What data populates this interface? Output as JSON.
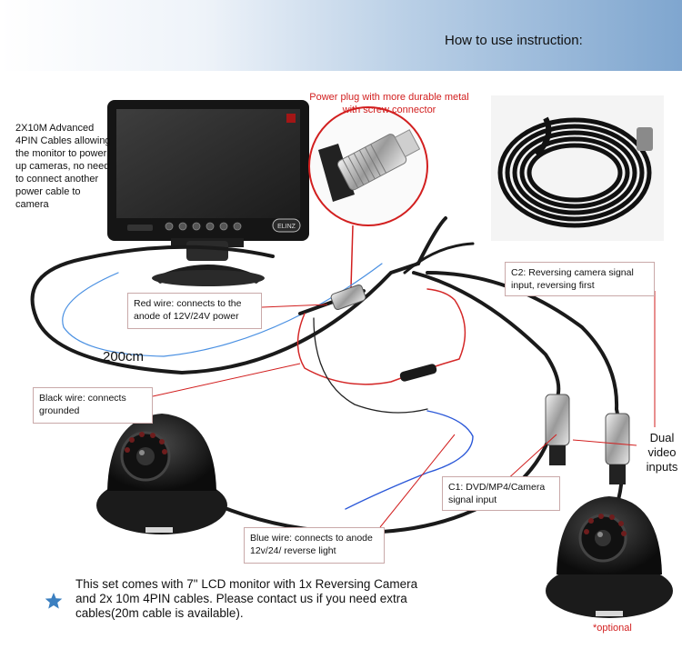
{
  "header": {
    "title": "How to use instruction:"
  },
  "notes": {
    "cables_description": "2X10M Advanced 4PIN Cables allowing the monitor to power up cameras, no need to connect another power cable to camera",
    "power_plug": "Power plug with more durable metal with screw connector",
    "distance": "200cm",
    "dual_inputs": "Dual video inputs",
    "optional": "*optional"
  },
  "callouts": {
    "red_wire": "Red wire: connects to the anode of 12V/24V power",
    "black_wire": "Black wire: connects grounded",
    "blue_wire": "Blue wire: connects to anode 12v/24/ reverse light",
    "c1": "C1: DVD/MP4/Camera signal input",
    "c2": "C2: Reversing camera signal input, reversing first"
  },
  "monitor": {
    "brand": "ELINZ"
  },
  "footer": {
    "text": "This set comes with 7\" LCD monitor with 1x Reversing Camera and 2x 10m 4PIN cables. Please contact us if you need extra cables(20m cable is available)."
  },
  "colors": {
    "red_text": "#d21f1f",
    "callout_border": "#c9a9a9",
    "star": "#3b7fc0",
    "header_gradient_end": "#7fa6cf"
  }
}
